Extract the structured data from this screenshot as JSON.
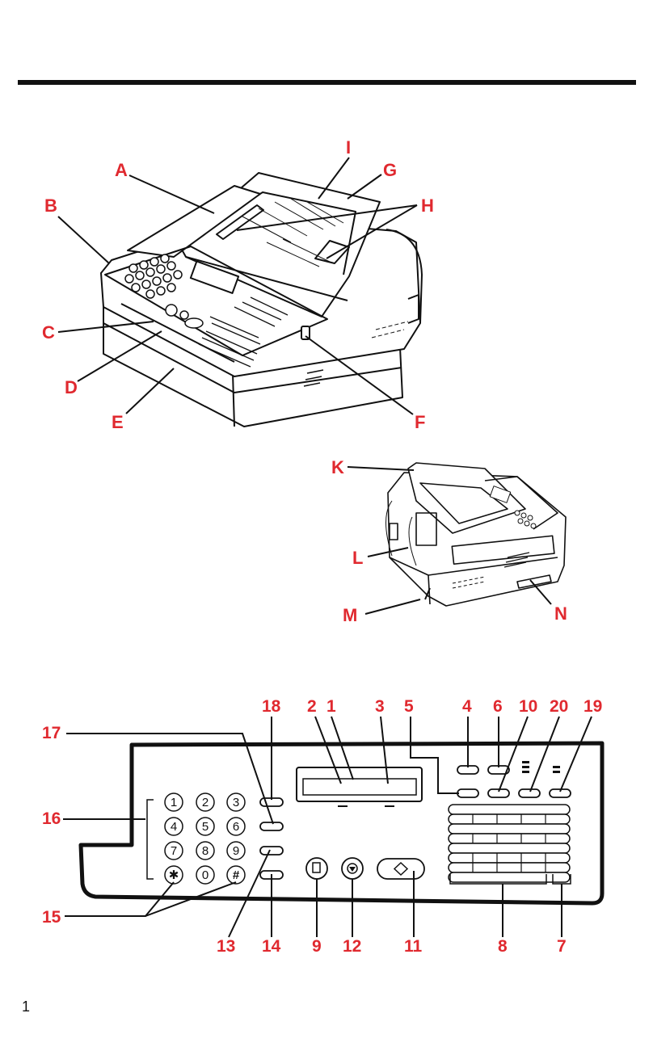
{
  "page_number": "1",
  "accent_color": "#e0292f",
  "ink_color": "#111111",
  "top_view_labels": {
    "A": "A",
    "B": "B",
    "C": "C",
    "D": "D",
    "E": "E",
    "F": "F",
    "G": "G",
    "H": "H",
    "I": "I"
  },
  "rear_view_labels": {
    "K": "K",
    "L": "L",
    "M": "M",
    "N": "N"
  },
  "panel_labels": {
    "n1": "1",
    "n2": "2",
    "n3": "3",
    "n4": "4",
    "n5": "5",
    "n6": "6",
    "n7": "7",
    "n8": "8",
    "n9": "9",
    "n10": "10",
    "n11": "11",
    "n12": "12",
    "n13": "13",
    "n14": "14",
    "n15": "15",
    "n16": "16",
    "n17": "17",
    "n18": "18",
    "n19": "19",
    "n20": "20"
  },
  "keypad": {
    "k1": "1",
    "k2": "2",
    "k3": "3",
    "k4": "4",
    "k5": "5",
    "k6": "6",
    "k7": "7",
    "k8": "8",
    "k9": "9",
    "kstar": "✱",
    "k0": "0",
    "khash": "#"
  }
}
